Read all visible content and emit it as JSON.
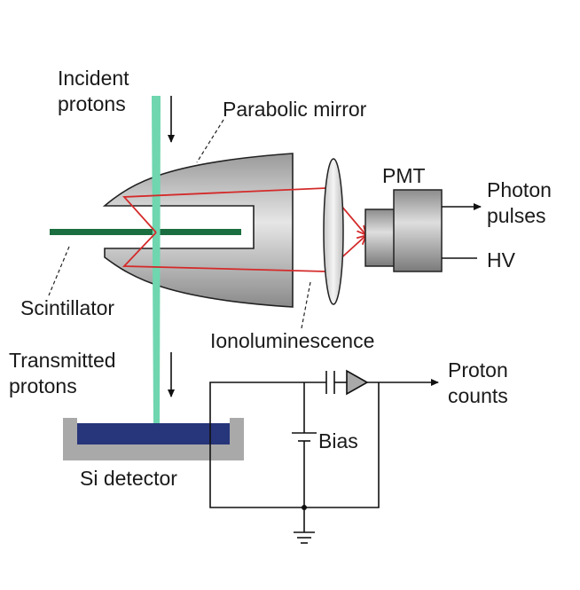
{
  "labels": {
    "incident_line1": "Incident",
    "incident_line2": "protons",
    "parabolic_mirror": "Parabolic mirror",
    "pmt": "PMT",
    "photon_line1": "Photon",
    "photon_line2": "pulses",
    "hv": "HV",
    "scintillator": "Scintillator",
    "ionoluminescence": "Ionoluminescence",
    "transmitted_line1": "Transmitted",
    "transmitted_line2": "protons",
    "proton_line1": "Proton",
    "proton_line2": "counts",
    "bias": "Bias",
    "si_detector": "Si detector"
  },
  "colors": {
    "beam": "#6fd6b0",
    "scintillator": "#1a6e3f",
    "ray": "#d42a2a",
    "detector": "#27357a",
    "detector_housing": "#a9a9a9",
    "line": "#111111"
  }
}
